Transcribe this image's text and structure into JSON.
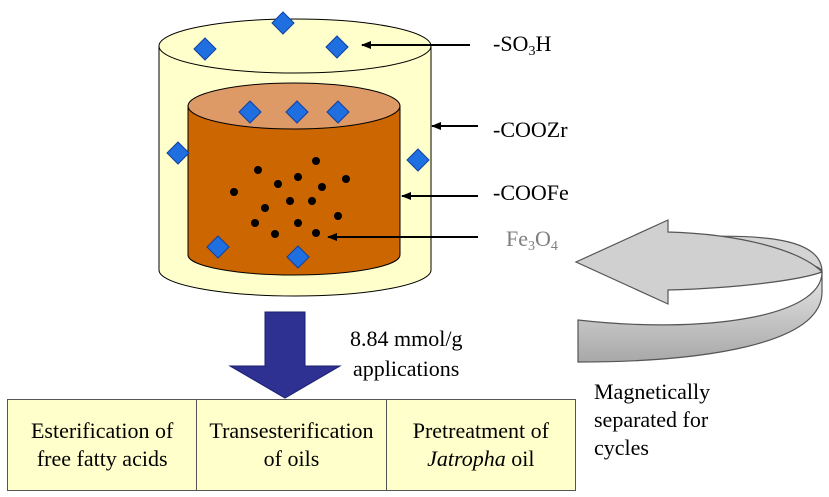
{
  "labels": {
    "so3h": {
      "prefix": "-SO",
      "sub": "3",
      "suffix": "H"
    },
    "coozr": "-COOZr",
    "coofe": "-COOFe",
    "fe3o4": {
      "prefix": "Fe",
      "sub1": "3",
      "mid": "O",
      "sub2": "4"
    }
  },
  "acid_density": {
    "line1": "8.84 mmol/g",
    "line2": "applications"
  },
  "magnetic_note": {
    "line1": "Magnetically",
    "line2": "separated for",
    "line3": "cycles"
  },
  "applications": [
    {
      "line1": "Esterification of",
      "line2": "free fatty acids"
    },
    {
      "line1": "Transesterification",
      "line2": "of oils"
    },
    {
      "line1": "Pretreatment of",
      "line2_italic": "Jatropha",
      "line2_rest": " oil"
    }
  ],
  "colors": {
    "outer_cylinder": "#ffffcc",
    "core_body": "#cc6600",
    "core_top": "#dd9966",
    "diamond": "#1f6fe0",
    "main_arrow": "#2e3192",
    "cycle_arrow": "#c8c8c8",
    "fe3o4_label": "#7f7f7f"
  },
  "icons": {
    "sulfonic_site": "blue-diamond-icon",
    "fe3o4_particle": "black-dot-icon",
    "process_arrow": "down-arrow-icon",
    "recycle_arrow": "curved-return-arrow-icon"
  }
}
